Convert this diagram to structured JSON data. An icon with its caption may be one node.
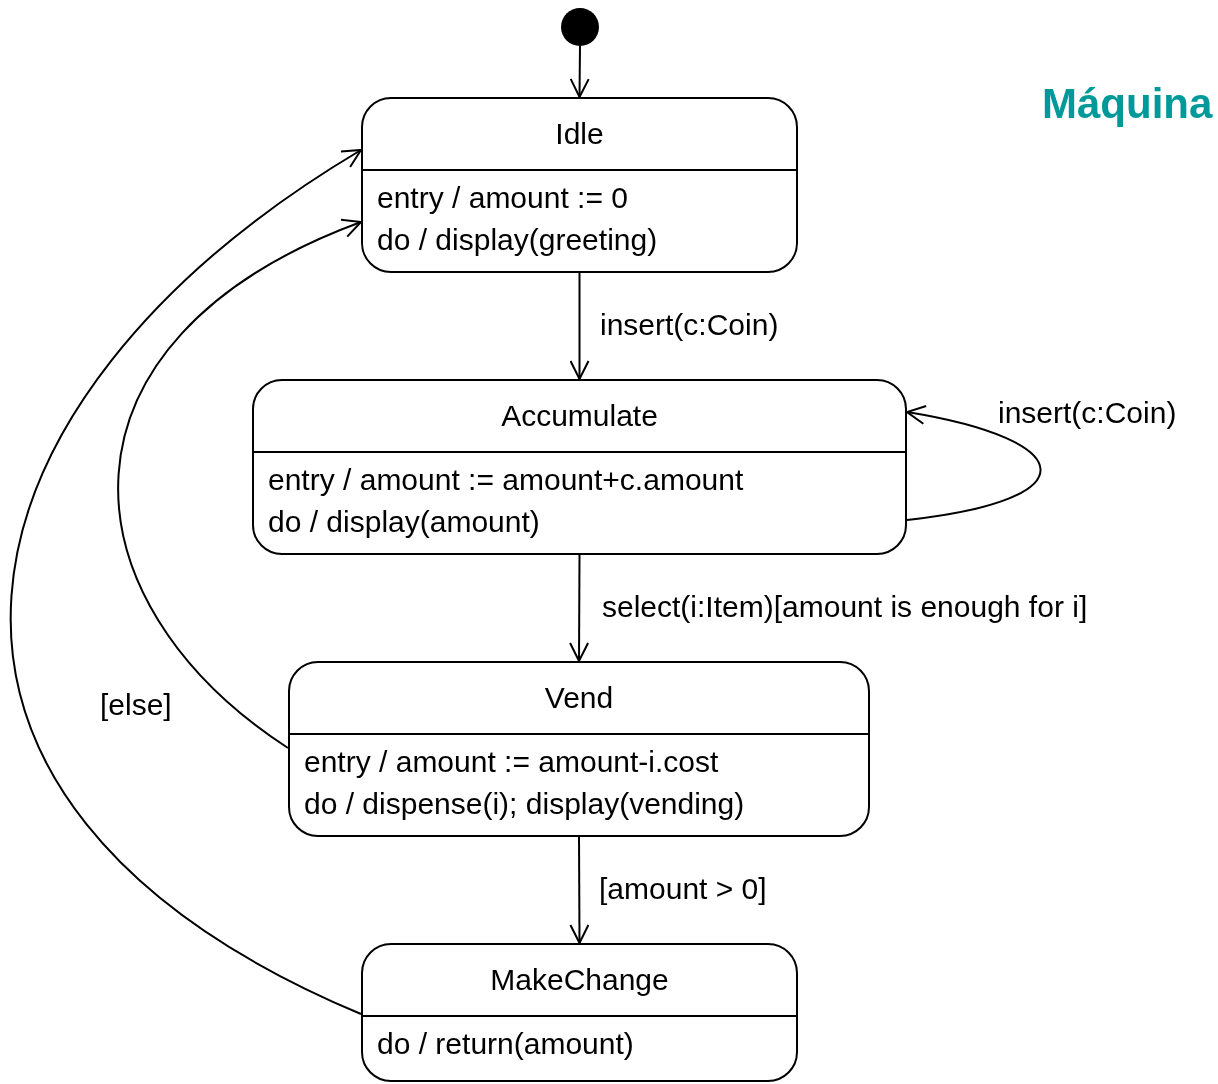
{
  "diagram": {
    "title": "Máquina",
    "nodes": [
      {
        "text": [],
        "shape": "circle"
      },
      {
        "text": [
          "Idle",
          "entry / amount := 0",
          "do / display(greeting)"
        ]
      },
      {
        "text": [
          "Accumulate",
          "entry / amount := amount+c.amount",
          "do / display(amount)"
        ]
      },
      {
        "text": [
          "Vend",
          "entry / amount := amount-i.cost",
          "do / dispense(i); display(vending)"
        ]
      },
      {
        "text": [
          "MakeChange",
          "do / return(amount)"
        ]
      }
    ],
    "edges": [
      {
        "from": 0,
        "to": 1,
        "arrow": "to"
      },
      {
        "from": 1,
        "to": 2,
        "arrow": "to",
        "label": "insert(c:Coin)"
      },
      {
        "from": 2,
        "to": 2,
        "arrow": "to",
        "label": "insert(c:Coin)"
      },
      {
        "from": 2,
        "to": 3,
        "arrow": "to",
        "label": "select(i:Item)[amount is enough for i]"
      },
      {
        "from": 3,
        "to": 4,
        "arrow": "to",
        "label": "[amount > 0]"
      },
      {
        "from": 3,
        "to": 1,
        "arrow": "to",
        "label": "[else]"
      },
      {
        "from": 4,
        "to": 1,
        "arrow": "to"
      }
    ]
  }
}
